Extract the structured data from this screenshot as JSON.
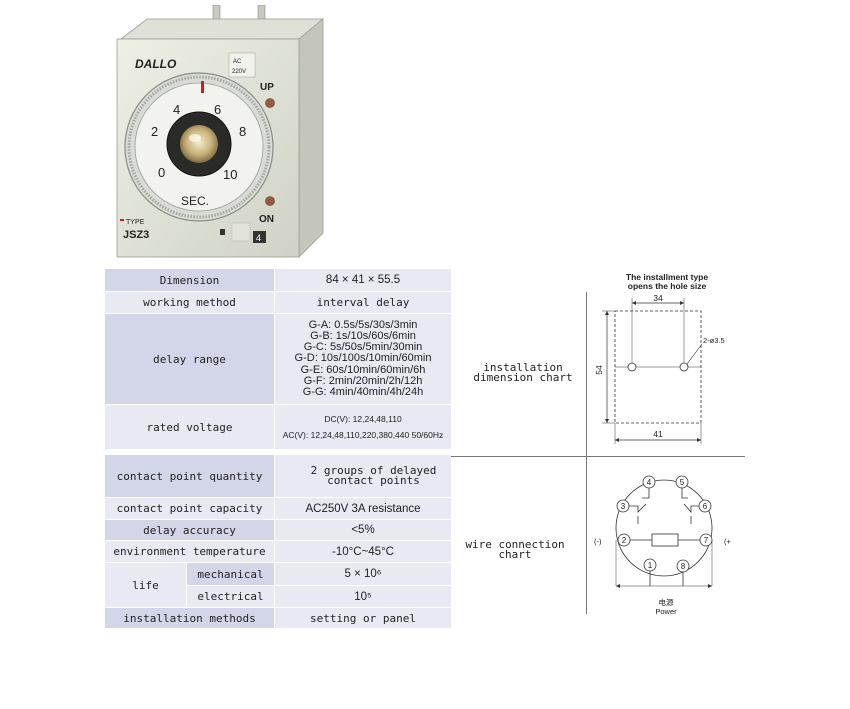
{
  "photo": {
    "brand": "DALLO",
    "ac_label": "AC",
    "voltage_label": "220V",
    "dial_numbers": [
      "0",
      "2",
      "4",
      "6",
      "8",
      "10"
    ],
    "unit_label": "SEC.",
    "up_label": "UP",
    "on_label": "ON",
    "type_label": "TYPE",
    "model": "JSZ3",
    "corner_digit": "4"
  },
  "spec": {
    "dimension": {
      "label": "Dimension",
      "value": "84 × 41 × 55.5"
    },
    "working_method": {
      "label": "working method",
      "value": "interval delay"
    },
    "delay_range": {
      "label": "delay range",
      "items": [
        "G-A: 0.5s/5s/30s/3min",
        "G-B: 1s/10s/60s/6min",
        "G-C: 5s/50s/5min/30min",
        "G-D: 10s/100s/10min/60min",
        "G-E: 60s/10min/60min/6h",
        "G-F: 2min/20min/2h/12h",
        "G-G: 4min/40min/4h/24h"
      ]
    },
    "rated_voltage": {
      "label": "rated voltage",
      "dc": "DC(V): 12,24,48,110",
      "ac": "AC(V): 12,24,48,110,220,380,440  50/60Hz"
    },
    "contact_quantity": {
      "label": "contact point quantity",
      "value": "2 groups of delayed contact points"
    },
    "contact_capacity": {
      "label": "contact point capacity",
      "value": "AC250V  3A resistance"
    },
    "delay_accuracy": {
      "label": "delay accuracy",
      "value": "<5%"
    },
    "environment_temperature": {
      "label": "environment temperature",
      "value": "-10°C~45°C"
    },
    "life": {
      "label": "life",
      "mechanical_label": "mechanical",
      "mechanical_value": "5 × 10⁶",
      "electrical_label": "electrical",
      "electrical_value": "10⁵"
    },
    "installation_methods": {
      "label": "installation methods",
      "value": "setting or panel"
    }
  },
  "installation_chart": {
    "label": "installation dimension chart",
    "title_line1": "The installment type",
    "title_line2": "opens the hole size",
    "width_top": "34",
    "hole": "2-ø3.5",
    "height": "54",
    "width_bottom": "41"
  },
  "wiring_chart": {
    "label": "wire connection chart",
    "pins": [
      "1",
      "2",
      "3",
      "4",
      "5",
      "6",
      "7",
      "8"
    ],
    "minus": "(-)",
    "plus": "(+",
    "power_cn": "电源",
    "power_en": "Power"
  },
  "colors": {
    "label_cell": "#d3d5e8",
    "value_cell": "#e8e9f3",
    "relay_body": "#e6e8de",
    "brand_red": "#c8201a"
  }
}
